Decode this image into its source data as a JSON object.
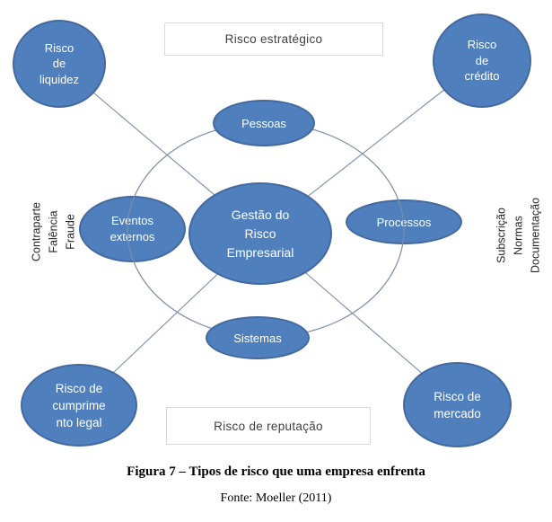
{
  "colors": {
    "node-fill": "#4f7fbc",
    "node-border": "#44699f",
    "node-text": "#ffffff",
    "connector": "#7b8da8",
    "box-border": "#d9d9d9",
    "box-text": "#3f3f3f",
    "side-text": "#262626",
    "caption-text": "#000000"
  },
  "diagram": {
    "center_node": {
      "label": "Gestão do\nRisco\nEmpresarial"
    },
    "inner_nodes": {
      "top": {
        "label": "Pessoas"
      },
      "right": {
        "label": "Processos"
      },
      "bottom": {
        "label": "Sistemas"
      },
      "left": {
        "label": "Eventos\nexternos"
      }
    },
    "corner_nodes": {
      "top_left": {
        "label": "Risco\nde\nliquidez"
      },
      "top_right": {
        "label": "Risco\nde\ncrédito"
      },
      "bottom_left": {
        "label": "Risco de\ncumprime\nnto legal"
      },
      "bottom_right": {
        "label": "Risco de\nmercado"
      }
    },
    "banners": {
      "top": {
        "label": "Risco estratégico"
      },
      "bottom": {
        "label": "Risco de reputação"
      }
    },
    "side_labels": {
      "left": "Contraparte\nFalência\nFraude",
      "right": "Subscrição\nNormas\nDocumentação"
    }
  },
  "caption": {
    "title": "Figura 7 – Tipos de risco que uma empresa enfrenta",
    "source": "Fonte: Moeller (2011)"
  }
}
